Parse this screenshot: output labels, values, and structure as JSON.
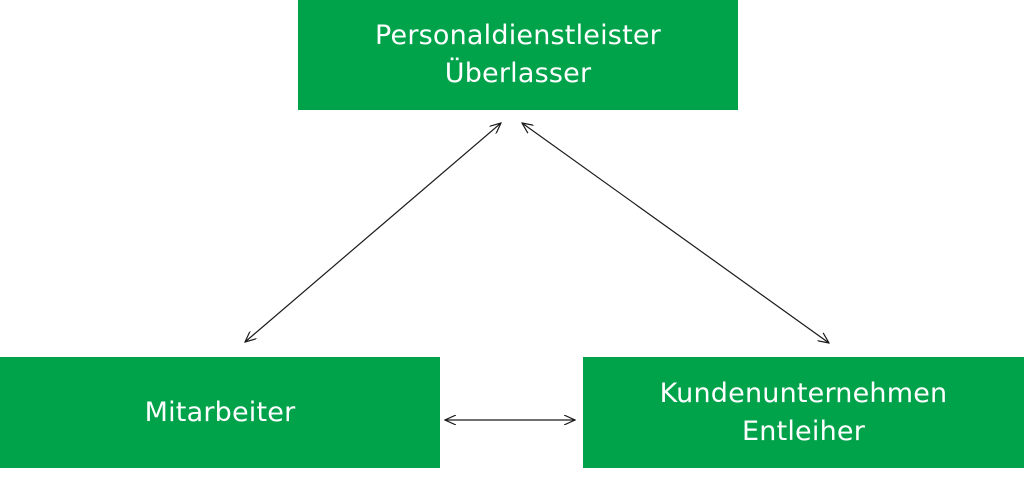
{
  "diagram": {
    "colors": {
      "node_fill": "#00a34a",
      "node_text": "#ffffff",
      "arrow": "#1a1a1a"
    },
    "nodes": {
      "top": {
        "line1": "Personaldienstleister",
        "line2": "Überlasser"
      },
      "left": {
        "line1": "Mitarbeiter"
      },
      "right": {
        "line1": "Kundenunternehmen",
        "line2": "Entleiher"
      }
    },
    "connections": [
      {
        "from": "top",
        "to": "left",
        "type": "bidirectional"
      },
      {
        "from": "top",
        "to": "right",
        "type": "bidirectional"
      },
      {
        "from": "left",
        "to": "right",
        "type": "bidirectional"
      }
    ]
  }
}
